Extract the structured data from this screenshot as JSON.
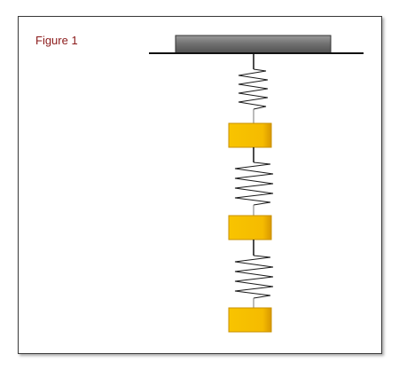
{
  "figure": {
    "label": "Figure 1"
  },
  "diagram": {
    "springs": 3,
    "masses": 3,
    "colors": {
      "support": "#7a7a7a",
      "mass": "#f5bb00",
      "mass_shadow": "#d89a00",
      "spring": "#1a1a1a",
      "label": "#8b1a1a",
      "frame": "#3a3a3a"
    }
  }
}
